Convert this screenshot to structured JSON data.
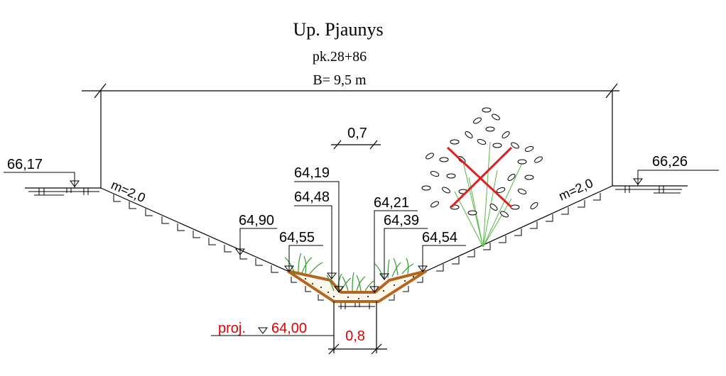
{
  "header": {
    "title": "Up. Pjaunys",
    "picket": "pk.28+86",
    "width_label": "B= 9,5 m"
  },
  "dimensions": {
    "top_width": "0,7",
    "bottom_width": "0,8"
  },
  "slopes": {
    "left": "m=2,0",
    "right": "m=2,0"
  },
  "elevations": {
    "left_bank": "66,17",
    "right_bank": "66,26",
    "left_mid": "64,90",
    "left_low": "64,55",
    "center_upper": "64,19",
    "center_lower": "64,48",
    "right_upper": "64,21",
    "right_mid": "64,39",
    "right_low": "64,54"
  },
  "project": {
    "label": "proj.",
    "elevation": "64,00"
  },
  "colors": {
    "line": "#000000",
    "project": "#e00000",
    "sediment": "#b5651d",
    "grass": "#2e9b2e",
    "removal_mark": "#e02020"
  }
}
